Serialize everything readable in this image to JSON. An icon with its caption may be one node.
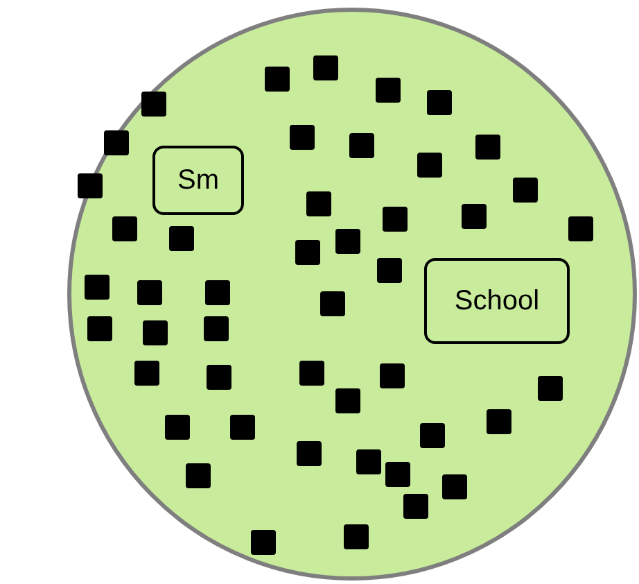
{
  "diagram": {
    "nodes": [
      {
        "text": [],
        "shape": "circle"
      },
      {
        "text": [
          "Sm"
        ],
        "in": 0
      },
      {
        "text": [
          "School"
        ],
        "in": 0
      }
    ]
  }
}
